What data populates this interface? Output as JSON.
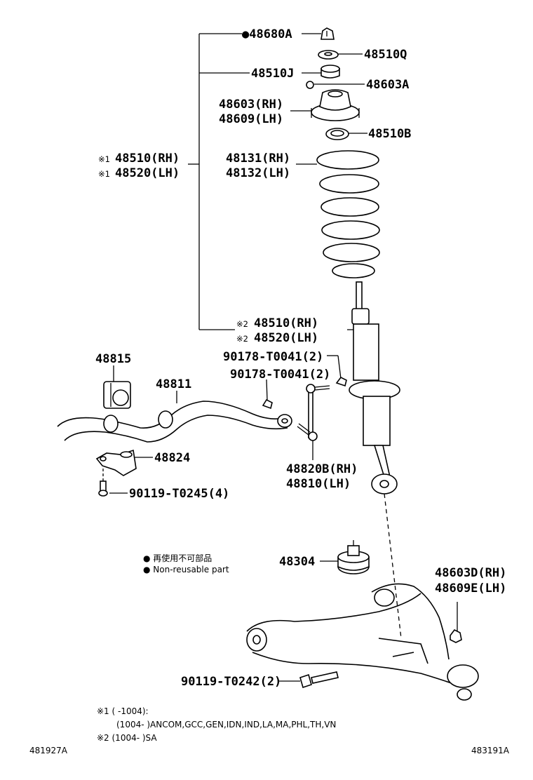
{
  "parts": {
    "p48680A": "●48680A",
    "p48510Q": "48510Q",
    "p48510J": "48510J",
    "p48603A": "48603A",
    "p48603RH": "48603(RH)",
    "p48609LH": "48609(LH)",
    "p48510B": "48510B",
    "p48510RH_1": "48510(RH)",
    "p48520LH_1": "48520(LH)",
    "mark1": "※1",
    "p48131RH": "48131(RH)",
    "p48132LH": "48132(LH)",
    "p48510RH_2": "48510(RH)",
    "p48520LH_2": "48520(LH)",
    "mark2": "※2",
    "p48815": "48815",
    "p48811": "48811",
    "p90178a": "90178-T0041(2)",
    "p90178b": "90178-T0041(2)",
    "p48824": "48824",
    "p90119_0245": "90119-T0245(4)",
    "p48820BRH": "48820B(RH)",
    "p48810LH": "48810(LH)",
    "p48304": "48304",
    "p48603DRH": "48603D(RH)",
    "p48609ELH": "48609E(LH)",
    "p90119_0242": "90119-T0242(2)"
  },
  "legend": {
    "cn": "● 再使用不可部品",
    "en": "● Non-reusable part"
  },
  "notes": {
    "n1a": "※1 (      -1004):",
    "n1b": "(1004-      )ANCOM,GCC,GEN,IDN,IND,LA,MA,PHL,TH,VN",
    "n2": "※2 (1004-      )SA"
  },
  "codes": {
    "left": "481927A",
    "right": "483191A"
  }
}
